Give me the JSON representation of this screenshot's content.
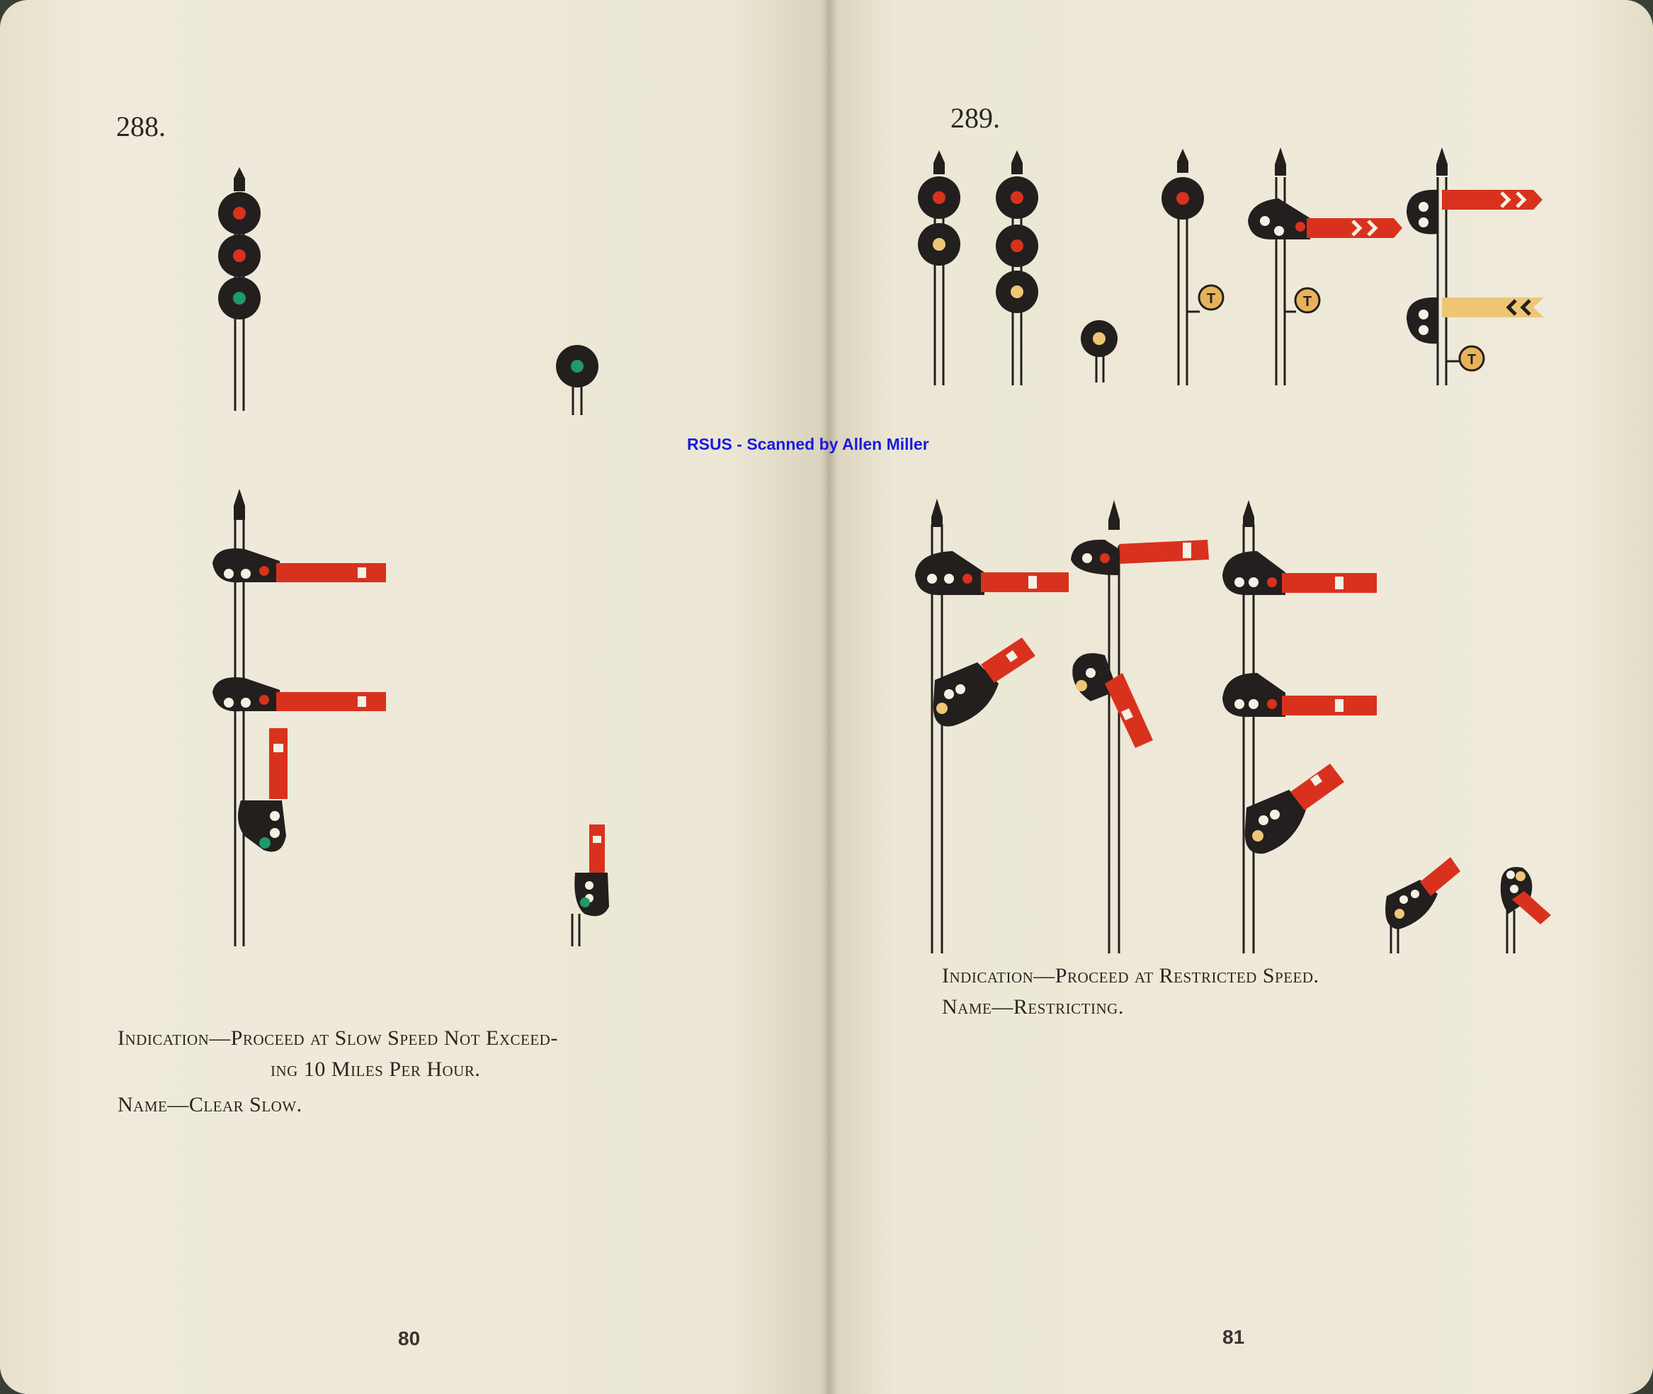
{
  "left_page": {
    "figure_number": "288.",
    "caption": {
      "line1": "Indication—Proceed at Slow Speed Not Exceed-",
      "line2": "ing 10 Miles Per Hour.",
      "line3": "Name—Clear Slow."
    },
    "page_number": "80"
  },
  "right_page": {
    "figure_number": "289.",
    "caption": {
      "line1": "Indication—Proceed at Restricted Speed.",
      "line2": "Name—Restricting."
    },
    "page_number": "81"
  },
  "watermark": "RSUS - Scanned by Allen Miller",
  "plate_letter": "T",
  "colors": {
    "red": "#d8321e",
    "yellow": "#eec676",
    "green": "#1f9a6a",
    "black": "#231f1e",
    "white": "#f4f0e4"
  }
}
